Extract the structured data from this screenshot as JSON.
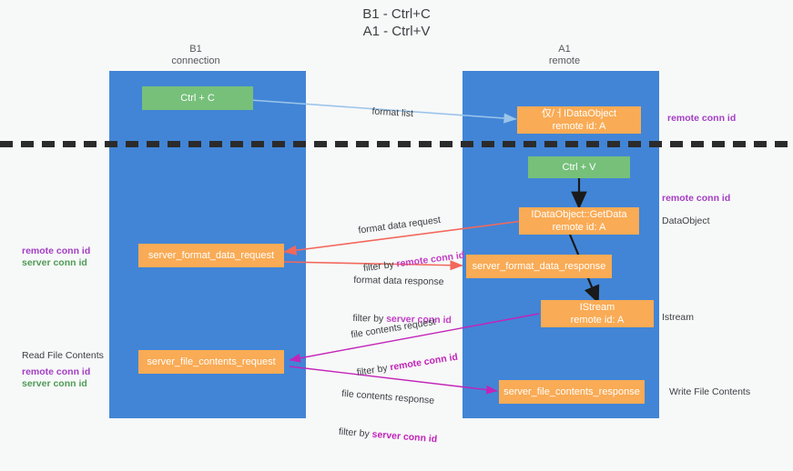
{
  "title": "B1 - Ctrl+C\nA1 - Ctrl+V",
  "columns": [
    {
      "name": "B1",
      "role": "connection",
      "label": "B1\nconnection"
    },
    {
      "name": "A1",
      "role": "remote",
      "label": "A1\nremote"
    }
  ],
  "colors": {
    "lane": "#4285d6",
    "node_green": "#76c07a",
    "node_orange": "#f9ab55",
    "divider": "#2b2b2b",
    "background": "#f7f8f8",
    "accent_purple": "#a33ec4",
    "accent_green": "#4f9b56",
    "arrow_blue": "#9bc4ea",
    "arrow_red": "#f2685c",
    "arrow_magenta": "#c224b8",
    "arrow_black": "#1a1a1a"
  },
  "nodes": [
    {
      "id": "ctrl-c",
      "label": "Ctrl + C",
      "kind": "green"
    },
    {
      "id": "idataobject-remote",
      "label": "仅/ㅓIDataObject\nremote id: A",
      "kind": "orange"
    },
    {
      "id": "ctrl-v",
      "label": "Ctrl + V",
      "kind": "green"
    },
    {
      "id": "idataobject-getdata",
      "label": "IDataObject::GetData\nremote id: A",
      "kind": "orange"
    },
    {
      "id": "server-format-data-request",
      "label": "server_format_data_request",
      "kind": "orange"
    },
    {
      "id": "server-format-data-response",
      "label": "server_format_data_response",
      "kind": "orange"
    },
    {
      "id": "istream-remote",
      "label": "IStream\nremote id: A",
      "kind": "orange"
    },
    {
      "id": "server-file-contents-request",
      "label": "server_file_contents_request",
      "kind": "orange"
    },
    {
      "id": "server-file-contents-response",
      "label": "server_file_contents_response",
      "kind": "orange"
    }
  ],
  "right_annotations": [
    {
      "id": "remote-conn-id-top",
      "text": "remote conn id",
      "style": "purple"
    },
    {
      "id": "remote-conn-id-mid",
      "text": "remote conn id",
      "style": "purple"
    },
    {
      "id": "dataobject",
      "text": "DataObject",
      "style": "dark"
    },
    {
      "id": "istream",
      "text": "Istream",
      "style": "dark"
    },
    {
      "id": "write-file-contents",
      "text": "Write File Contents",
      "style": "dark"
    }
  ],
  "left_annotations": [
    {
      "id": "mid-remote-conn-id",
      "text": "remote conn id",
      "style": "purple"
    },
    {
      "id": "mid-server-conn-id",
      "text": "server conn id",
      "style": "green"
    },
    {
      "id": "read-file-contents",
      "text": "Read File Contents",
      "style": "dark"
    },
    {
      "id": "bot-remote-conn-id",
      "text": "remote conn id",
      "style": "purple"
    },
    {
      "id": "bot-server-conn-id",
      "text": "server conn id",
      "style": "green"
    }
  ],
  "edges": [
    {
      "id": "format-list",
      "label": "format list",
      "filter_prefix": "",
      "filter_key": ""
    },
    {
      "id": "format-data-request",
      "label": "format data request",
      "filter_prefix": "filter by ",
      "filter_key": "remote conn id"
    },
    {
      "id": "format-data-response",
      "label": "format data response",
      "filter_prefix": "filter by ",
      "filter_key": "server conn id"
    },
    {
      "id": "file-contents-request",
      "label": "file contents request",
      "filter_prefix": "filter by ",
      "filter_key": "remote conn id"
    },
    {
      "id": "file-contents-response",
      "label": "file contents response",
      "filter_prefix": "filter by ",
      "filter_key": "server conn id"
    }
  ]
}
